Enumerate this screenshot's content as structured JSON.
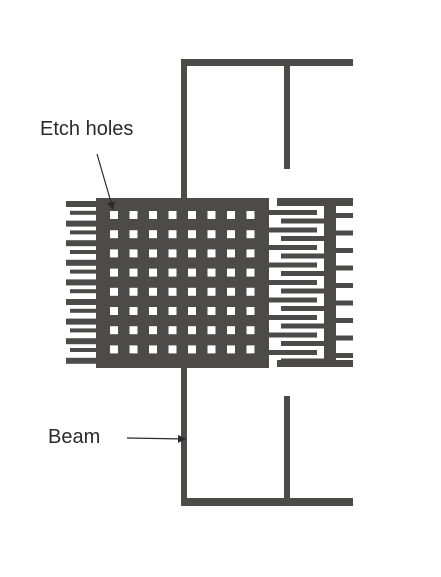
{
  "labels": {
    "etch_holes": "Etch holes",
    "beam": "Beam"
  },
  "colors": {
    "structure": "#4d4a4a",
    "background": "#ffffff",
    "hole": "#ffffff",
    "arrow": "#2b2b2b"
  },
  "proof_mass": {
    "hole_rows": 8,
    "hole_cols": 8
  },
  "comb_fingers": {
    "left_count": 9,
    "right_count": 9
  }
}
